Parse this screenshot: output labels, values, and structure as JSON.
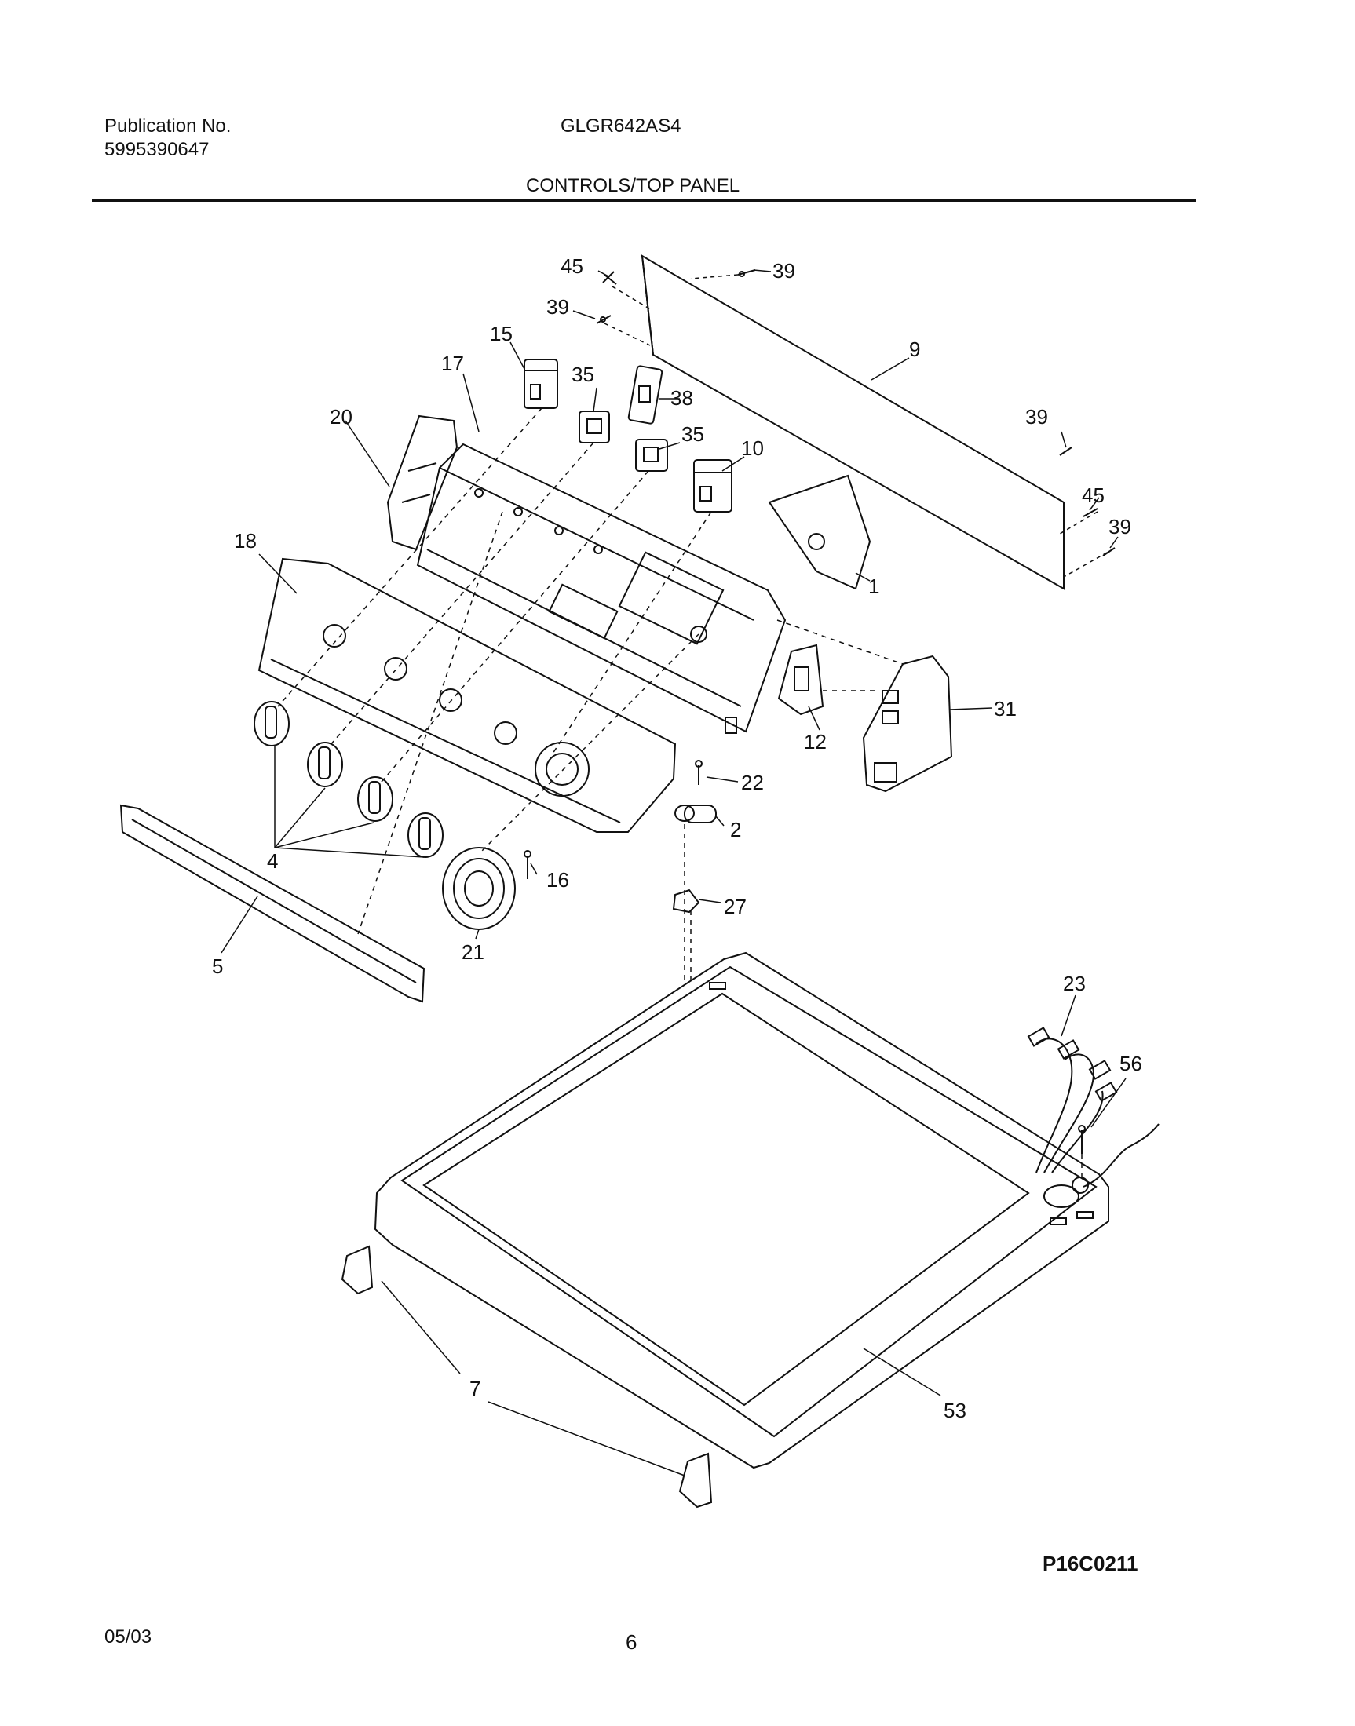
{
  "header": {
    "publication_label": "Publication No.",
    "publication_number": "5995390647",
    "model": "GLGR642AS4",
    "section_title": "CONTROLS/TOP PANEL"
  },
  "callouts": {
    "c45a": "45",
    "c39a": "39",
    "c39b": "39",
    "c9": "9",
    "c15": "15",
    "c35a": "35",
    "c38": "38",
    "c17": "17",
    "c20": "20",
    "c35b": "35",
    "c10": "10",
    "c39c": "39",
    "c45b": "45",
    "c39d": "39",
    "c1": "1",
    "c18": "18",
    "c31": "31",
    "c12": "12",
    "c22": "22",
    "c2": "2",
    "c4": "4",
    "c16": "16",
    "c27": "27",
    "c21": "21",
    "c5": "5",
    "c23": "23",
    "c56": "56",
    "c7": "7",
    "c53": "53"
  },
  "footer": {
    "drawing_code": "P16C0211",
    "date_code": "05/03",
    "page_number": "6"
  }
}
